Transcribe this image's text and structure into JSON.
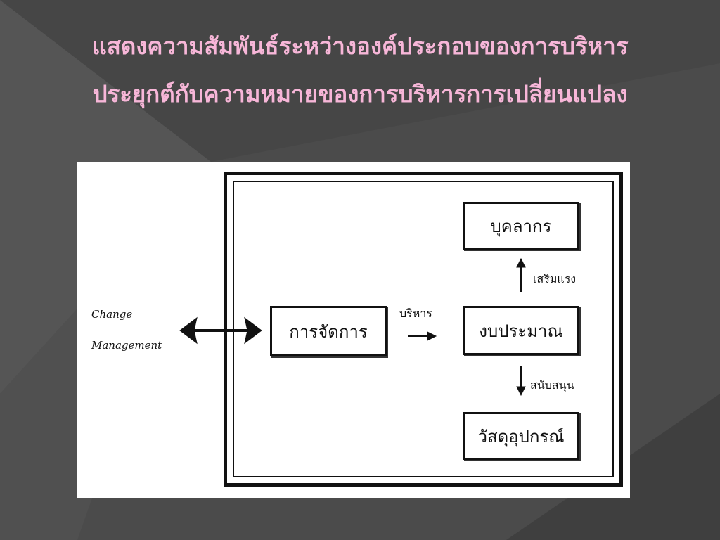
{
  "slide": {
    "title_line1": "แสดงความสัมพันธ์ระหว่างองค์ประกอบของการบริหาร",
    "title_line2": "ประยุกต์กับความหมายของการบริหารการเปลี่ยนแปลง"
  },
  "diagram": {
    "change_mgmt_line1": "Change",
    "change_mgmt_line2": "Management",
    "box_management": "การจัดการ",
    "box_personnel": "บุคลากร",
    "box_budget": "งบประมาณ",
    "box_materials": "วัสดุอุปกรณ์",
    "label_administer": "บริหาร",
    "label_strengthen": "เสริมแรง",
    "label_support": "สนับสนุน"
  },
  "colors": {
    "title": "#f7b6d8",
    "background": "#4a4a4a"
  }
}
